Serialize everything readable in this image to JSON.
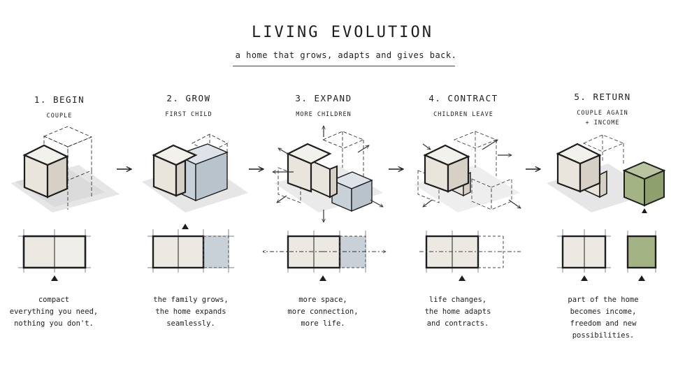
{
  "title": "LIVING EVOLUTION",
  "subtitle": "a home that grows, adapts and gives back.",
  "steps": [
    {
      "title": "1. BEGIN",
      "subtitle": [
        "COUPLE"
      ],
      "caption": [
        "compact",
        "everything you need,",
        "nothing you don't."
      ]
    },
    {
      "title": "2. GROW",
      "subtitle": [
        "FIRST CHILD"
      ],
      "caption": [
        "the family grows,",
        "the home expands",
        "seamlessly."
      ]
    },
    {
      "title": "3. EXPAND",
      "subtitle": [
        "MORE CHILDREN"
      ],
      "caption": [
        "more space,",
        "more connection,",
        "more life."
      ]
    },
    {
      "title": "4. CONTRACT",
      "subtitle": [
        "CHILDREN LEAVE"
      ],
      "caption": [
        "life changes,",
        "the home adapts",
        "and contracts."
      ]
    },
    {
      "title": "5. RETURN",
      "subtitle": [
        "COUPLE AGAIN",
        "+ INCOME"
      ],
      "caption": [
        "part of the home",
        "becomes income,",
        "freedom and new",
        "possibilities."
      ]
    }
  ],
  "colors": {
    "ink": "#1e1e1e",
    "existing": "#ece9e3",
    "added": "#c9d1d8",
    "income": "#a3b384",
    "ground": "#dcdcdc"
  }
}
